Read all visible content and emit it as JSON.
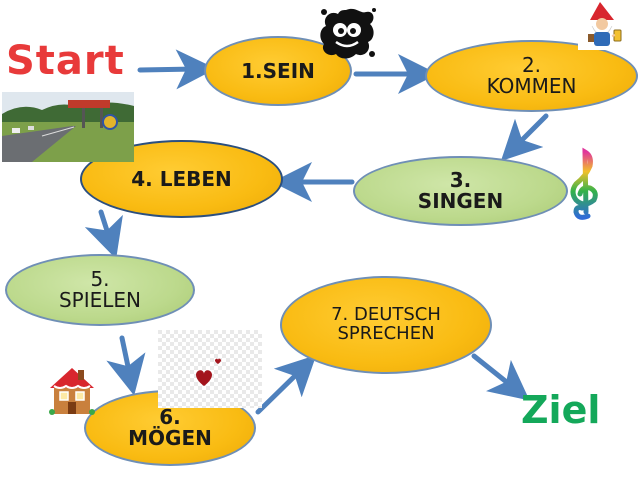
{
  "diagram": {
    "start_label": "Start",
    "goal_label": "Ziel",
    "steps": [
      {
        "id": "n1",
        "number": "1.",
        "word": "SEIN",
        "text": "1.SEIN",
        "fill": "gold"
      },
      {
        "id": "n2",
        "number": "2.",
        "word": "KOMMEN",
        "fill": "gold"
      },
      {
        "id": "n3",
        "number": "3.",
        "word": "SINGEN",
        "fill": "green"
      },
      {
        "id": "n4",
        "text": "4. LEBEN",
        "fill": "gold"
      },
      {
        "id": "n5",
        "number": "5.",
        "word": "SPIELEN",
        "fill": "green"
      },
      {
        "id": "n6",
        "number": "6.",
        "word": "MÖGEN",
        "fill": "gold"
      },
      {
        "id": "n7",
        "number": "7. DEUTSCH",
        "word": "SPRECHEN",
        "fill": "gold"
      }
    ],
    "colors": {
      "start": "#e83a3a",
      "goal": "#14a85a",
      "gold_node": "#f9bb12",
      "green_node": "#bcd98c",
      "arrow": "#4f81bd",
      "node_border": "#6f8fb6"
    },
    "pictures": [
      "ink-splat-face-icon",
      "gnome-with-lantern-icon",
      "road-sign-photo",
      "treble-clef-icon",
      "gingerbread-house-icon",
      "hearts-icon"
    ]
  }
}
